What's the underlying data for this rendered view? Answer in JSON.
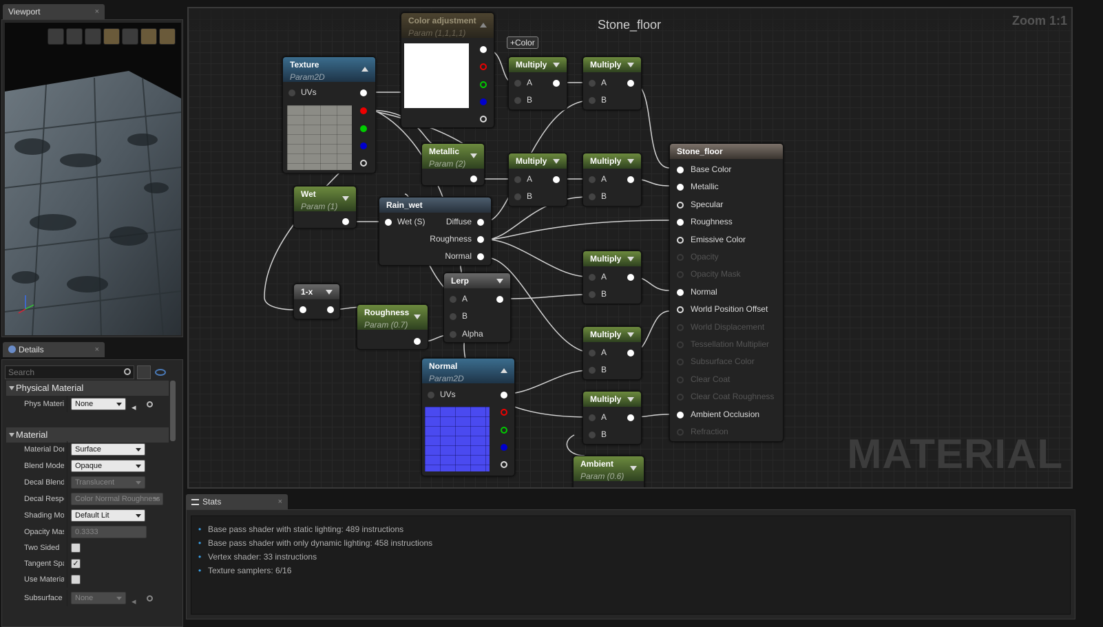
{
  "viewport": {
    "tab_label": "Viewport",
    "close": "×"
  },
  "details": {
    "tab_label": "Details",
    "close": "×",
    "search_placeholder": "Search",
    "categories": {
      "physical": "Physical Material",
      "material": "Material"
    },
    "rows": [
      {
        "label": "Phys Material",
        "value": "None"
      },
      {
        "label": "Material Domain",
        "value": "Surface"
      },
      {
        "label": "Blend Mode",
        "value": "Opaque"
      },
      {
        "label": "Decal Blend Mode",
        "value": "Translucent"
      },
      {
        "label": "Decal Response",
        "value": "Color Normal Roughness"
      },
      {
        "label": "Shading Model",
        "value": "Default Lit"
      },
      {
        "label": "Opacity Mask Clip",
        "value": "0.3333"
      },
      {
        "label": "Two Sided",
        "value": ""
      },
      {
        "label": "Tangent Space Normal",
        "value": "✓"
      },
      {
        "label": "Use Material Attributes",
        "value": ""
      },
      {
        "label": "Subsurface",
        "value": "None"
      }
    ]
  },
  "graph": {
    "title": "Stone_floor",
    "zoom": "Zoom 1:1",
    "watermark": "MATERIAL",
    "tooltip": "+Color",
    "nodes": {
      "texture": {
        "title": "Texture",
        "sub": "Param2D",
        "pin": "UVs"
      },
      "color_adj": {
        "title": "Color adjustment",
        "sub": "Param (1,1,1,1)"
      },
      "metallic": {
        "title": "Metallic",
        "sub": "Param (2)"
      },
      "wet": {
        "title": "Wet",
        "sub": "Param (1)"
      },
      "rain_wet": {
        "title": "Rain_wet",
        "in": "Wet (S)",
        "out1": "Diffuse",
        "out2": "Roughness",
        "out3": "Normal"
      },
      "lerp": {
        "title": "Lerp",
        "a": "A",
        "b": "B",
        "alpha": "Alpha"
      },
      "one_minus": {
        "title": "1-x"
      },
      "roughness": {
        "title": "Roughness",
        "sub": "Param (0.7)"
      },
      "normal": {
        "title": "Normal",
        "sub": "Param2D",
        "pin": "UVs"
      },
      "ambient": {
        "title": "Ambient",
        "sub": "Param (0.6)"
      },
      "multiply": {
        "title": "Multiply",
        "a": "A",
        "b": "B"
      },
      "result": {
        "title": "Stone_floor",
        "pins": [
          "Base Color",
          "Metallic",
          "Specular",
          "Roughness",
          "Emissive Color",
          "Opacity",
          "Opacity Mask",
          "Normal",
          "World Position Offset",
          "World Displacement",
          "Tessellation Multiplier",
          "Subsurface Color",
          "Clear Coat",
          "Clear Coat Roughness",
          "Ambient Occlusion",
          "Refraction"
        ]
      }
    }
  },
  "stats": {
    "tab_label": "Stats",
    "close": "×",
    "lines": [
      "Base pass shader with static lighting: 489 instructions",
      "Base pass shader with only dynamic lighting: 458 instructions",
      "Vertex shader: 33 instructions",
      "Texture samplers: 6/16"
    ]
  },
  "colors": {
    "param_green": "#6c8a3e",
    "texture_blue": "#3b6d8e",
    "accent": "#3aa0e8"
  }
}
